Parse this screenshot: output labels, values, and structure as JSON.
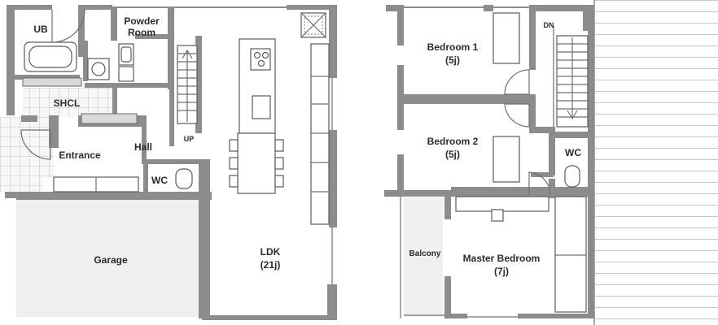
{
  "ground_floor": {
    "rooms": {
      "ub": "UB",
      "powder_room": [
        "Powder",
        "Room"
      ],
      "shcl": "SHCL",
      "entrance": "Entrance",
      "hall": "Hall",
      "wc": "WC",
      "garage": "Garage",
      "ldk": [
        "LDK",
        "(21j)"
      ]
    },
    "stair_label": "UP"
  },
  "upper_floor": {
    "rooms": {
      "bedroom1": [
        "Bedroom 1",
        "(5j)"
      ],
      "bedroom2": [
        "Bedroom 2",
        "(5j)"
      ],
      "wc": "WC",
      "balcony": "Balcony",
      "master_bedroom": [
        "Master Bedroom",
        "(7j)"
      ]
    },
    "stair_label": "DN"
  }
}
